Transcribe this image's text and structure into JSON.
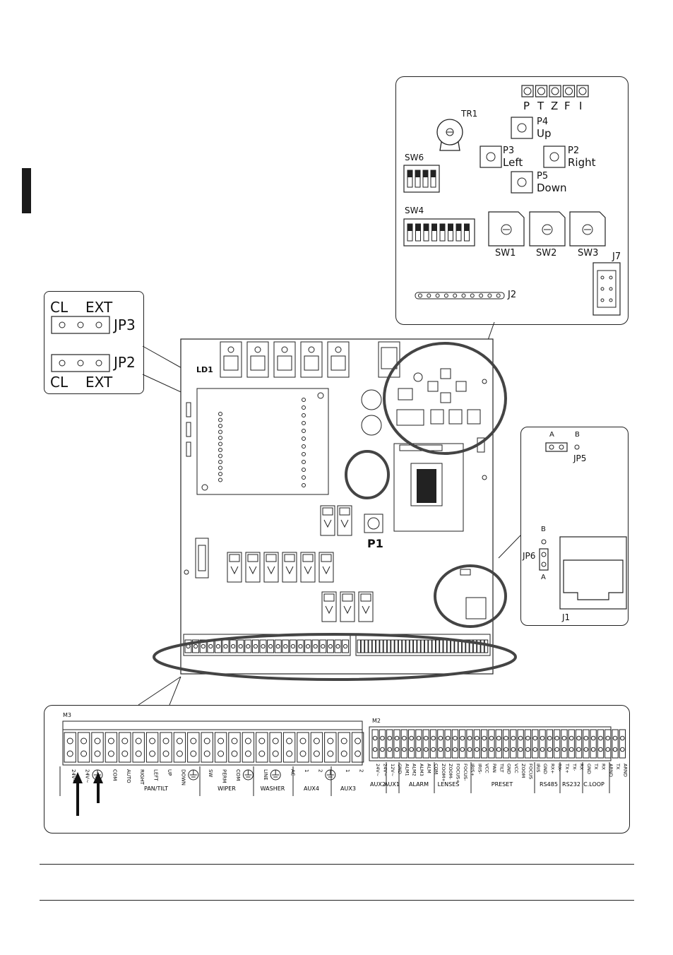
{
  "side_tab_color": "#1a1a1a",
  "callout_top": {
    "leds": [
      "P",
      "T",
      "Z",
      "F",
      "I"
    ],
    "tr1": "TR1",
    "sw6": "SW6",
    "sw4": "SW4",
    "p4": [
      "P4",
      "Up"
    ],
    "p3": [
      "P3",
      "Left"
    ],
    "p2": [
      "P2",
      "Right"
    ],
    "p5": [
      "P5",
      "Down"
    ],
    "sw1": "SW1",
    "sw2": "SW2",
    "sw3": "SW3",
    "j7": "J7",
    "j2": "J2"
  },
  "callout_jumpers": {
    "top_left": "CL",
    "top_right": "EXT",
    "jp3": "JP3",
    "jp2": "JP2",
    "bottom_left": "CL",
    "bottom_right": "EXT"
  },
  "callout_jp5": {
    "a": "A",
    "b": "B",
    "label": "JP5"
  },
  "callout_jp6": {
    "b": "B",
    "a": "A",
    "label": "JP6",
    "j1": "J1"
  },
  "board": {
    "ld1": "LD1",
    "p1": "P1"
  },
  "terminals": {
    "m3_label": "M3",
    "m2_label": "M2",
    "m3_pins": [
      "24V~",
      "24V~",
      "⏚",
      "COM",
      "AUTO",
      "RIGHT",
      "LEFT",
      "UP",
      "DOWN",
      "⏚",
      "SW",
      "PERM",
      "COM",
      "⏚",
      "LINE",
      "⏚",
      "AC",
      "1",
      "2",
      "⏚",
      "1",
      "2"
    ],
    "m3_groups": [
      "PAN/TILT",
      "WIPER",
      "WASHER",
      "AUX4",
      "AUX3"
    ],
    "m2_pins": [
      "24V~",
      "24V~",
      "12V~",
      "GND",
      "ALM1",
      "ALM2",
      "ALM3",
      "ALM",
      "COM",
      "ZOOM+",
      "ZOOM-",
      "FOCUS+",
      "FOCUS-",
      "IRIS+",
      "IRIS-",
      "VCC",
      "PAN",
      "TILT",
      "GND",
      "VCC",
      "ZOOM",
      "FOCUS",
      "IRIS",
      "GND",
      "RX+",
      "RX-",
      "TX+",
      "TX-",
      "RX",
      "GND",
      "TX",
      "RX",
      "ARND",
      "TX",
      "ARND"
    ],
    "m2_groups": [
      "AUX2",
      "AUX1",
      "ALARM",
      "LENSES",
      "PRESET",
      "RS485",
      "RS232",
      "C.LOOP"
    ]
  }
}
